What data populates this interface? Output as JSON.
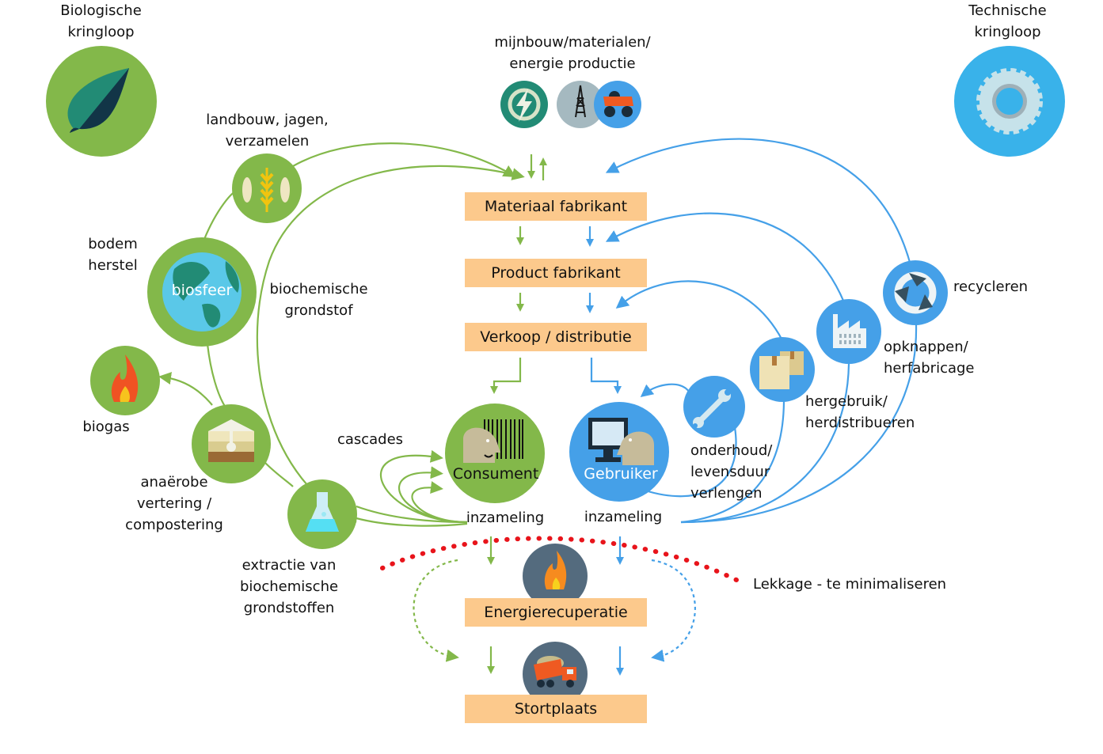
{
  "colors": {
    "bio_green": "#83b84a",
    "tech_blue": "#45a0e8",
    "box_fill": "#fcc98c",
    "leak_red": "#e8141b",
    "slate": "#546b7e"
  },
  "headers": {
    "bio": [
      "Biologische",
      "kringloop"
    ],
    "tech": [
      "Technische",
      "kringloop"
    ],
    "mining": [
      "mijnbouw/materialen/",
      "energie productie"
    ]
  },
  "boxes": {
    "material": "Materiaal fabrikant",
    "product": "Product fabrikant",
    "sales": "Verkoop / distributie",
    "energy": "Energierecuperatie",
    "landfill": "Stortplaats"
  },
  "bio_nodes": {
    "farming": [
      "landbouw, jagen,",
      "verzamelen"
    ],
    "soil": [
      "bodem",
      "herstel"
    ],
    "biosphere": "biosfeer",
    "biochemical": [
      "biochemische",
      "grondstof"
    ],
    "biogas": "biogas",
    "anaerobic": [
      "anaërobe",
      "vertering /",
      "compostering"
    ],
    "extraction": [
      "extractie van",
      "biochemische",
      "grondstoffen"
    ],
    "cascades": "cascades",
    "consumer": "Consument",
    "collection": "inzameling"
  },
  "tech_nodes": {
    "user": "Gebruiker",
    "collection": "inzameling",
    "maintenance": [
      "onderhoud/",
      "levensduur",
      "verlengen"
    ],
    "reuse": [
      "hergebruik/",
      "herdistribueren"
    ],
    "refurbish": [
      "opknappen/",
      "herfabricage"
    ],
    "recycle": "recycleren"
  },
  "leakage": "Lekkage - te minimaliseren",
  "icons": {
    "bio": "leaf-icon",
    "tech": "gear-icon",
    "mining": [
      "renewable-energy-icon",
      "oil-derrick-icon",
      "mining-truck-icon"
    ],
    "farming": "fish-wheat-icon",
    "biosphere": "globe-icon",
    "biogas": "flame-icon",
    "anaerobic": "soil-layers-icon",
    "extraction": "flask-icon",
    "consumer": "person-barcode-icon",
    "user": "person-monitor-icon",
    "maintenance": "wrench-icon",
    "reuse": "boxes-icon",
    "refurbish": "factory-icon",
    "recycle": "recycle-icon",
    "energy": "fire-icon",
    "landfill": "dump-truck-icon"
  }
}
